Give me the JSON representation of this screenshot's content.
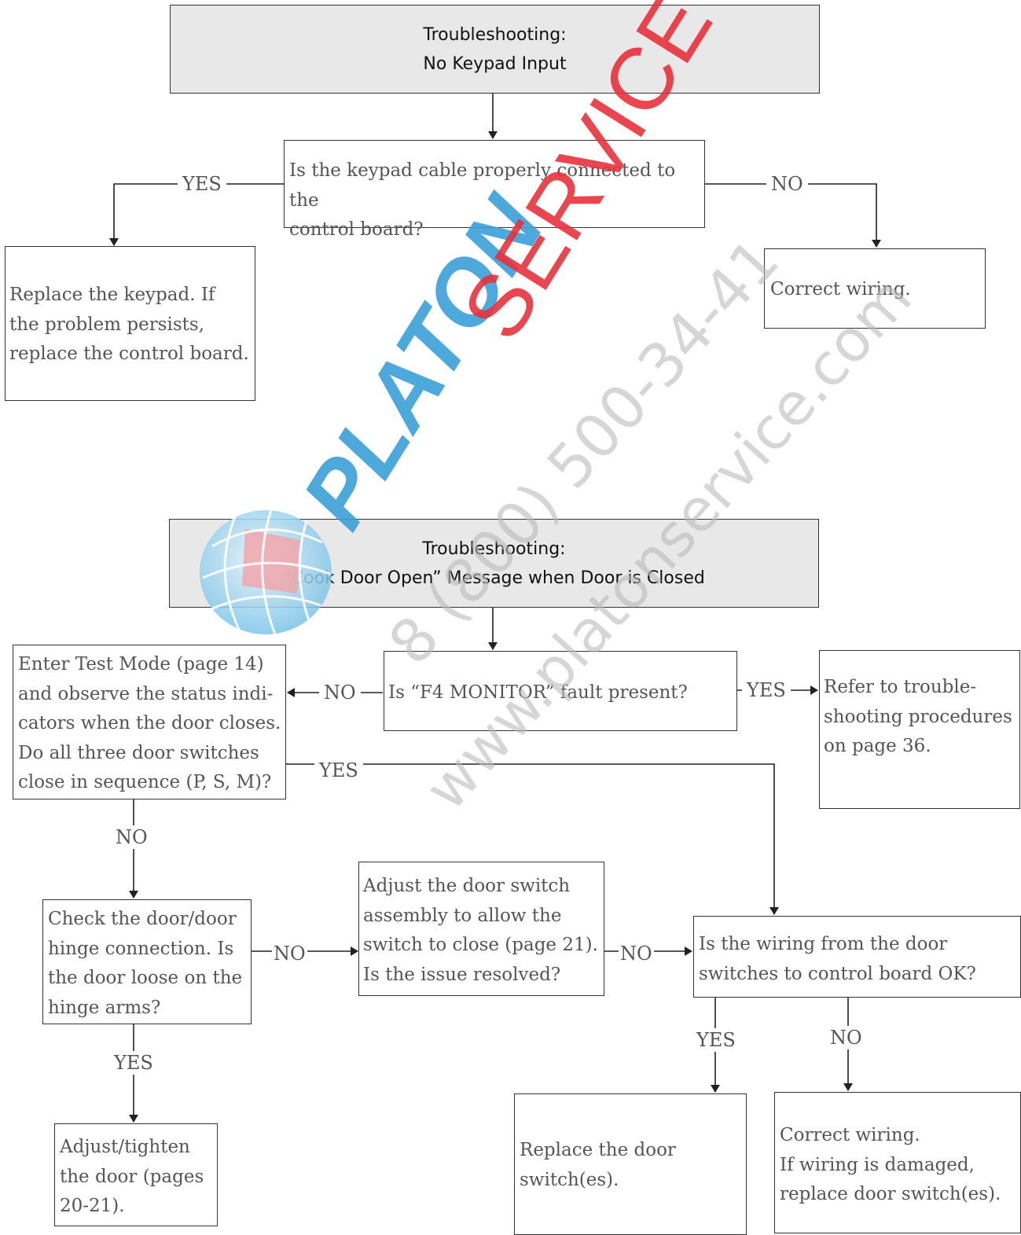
{
  "flowchart1": {
    "title_line1": "Troubleshooting:",
    "title_line2": "No Keypad Input",
    "q_cable": "Is the keypad cable properly connected to the\ncontrol board?",
    "yes": "YES",
    "no": "NO",
    "replace_keypad": "Replace the keypad. If\nthe problem persists,\nreplace the control board.",
    "correct_wiring": "Correct wiring."
  },
  "flowchart2": {
    "title_line1": "Troubleshooting:",
    "title_line2": "“Cook Door Open” Message when Door is Closed",
    "q_f4": "Is “F4 MONITOR” fault present?",
    "no_left": "NO",
    "yes_right": "YES",
    "refer": "Refer to trouble-\nshooting procedures\non page 36.",
    "test_mode": "Enter Test Mode (page 14)\nand observe the status indi-\ncators when the door closes.\nDo all three door switches\nclose in sequence (P, S, M)?",
    "yes_mid": "YES",
    "no_down": "NO",
    "check_hinge": "Check the door/door\nhinge connection. Is\nthe door loose on the\nhinge arms?",
    "no_hinge": "NO",
    "adjust_switch": "Adjust the door switch\nassembly to allow the\nswitch to close (page 21).\nIs the issue resolved?",
    "no_adjust": "NO",
    "q_wiring": "Is the wiring from the door\nswitches to control board OK?",
    "yes_hinge": "YES",
    "adjust_tighten": "Adjust/tighten\nthe door (pages\n20-21).",
    "yes_wiring": "YES",
    "no_wiring": "NO",
    "replace_switch": "Replace the door\nswitch(es).",
    "correct_wiring2": "Correct wiring.\nIf wiring is damaged,\nreplace door switch(es)."
  },
  "watermark": {
    "brand_blue": "PLATON",
    "brand_red": "SERVICE",
    "phone": "8 (800) 500-34-41",
    "url": "www.platonservice.com",
    "color_blue": "#3aa0d8",
    "color_red": "#e8323c"
  }
}
